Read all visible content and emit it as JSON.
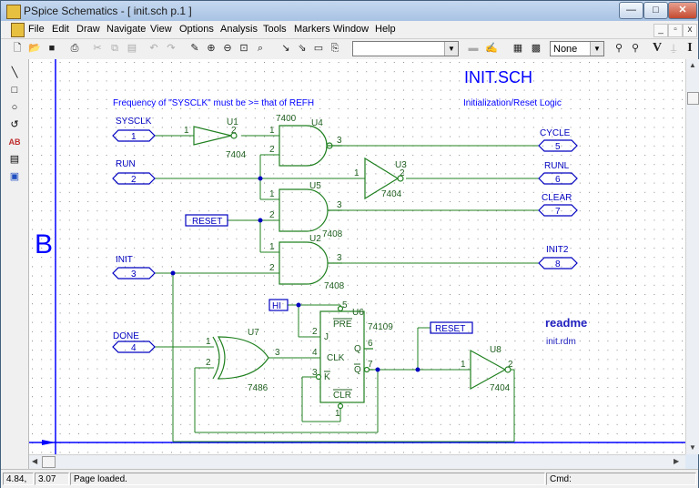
{
  "window": {
    "title": "PSpice Schematics - [ init.sch  p.1  ]",
    "minimize": "—",
    "maximize": "□",
    "close": "✕"
  },
  "menu": {
    "items": [
      "File",
      "Edit",
      "Draw",
      "Navigate",
      "View",
      "Options",
      "Analysis",
      "Tools",
      "Markers",
      "Window",
      "Help"
    ],
    "doc_min": "_",
    "doc_restore": "▫",
    "doc_close": "x"
  },
  "toolbar": {
    "combo_value": "",
    "view_combo": "None"
  },
  "schematic": {
    "title": "INIT.SCH",
    "note": "Frequency of \"SYSCLK\" must be >= that of REFH",
    "subtitle": "Initialization/Reset Logic",
    "border_letter": "B",
    "readme_title": "readme",
    "readme_file": "init.rdm",
    "ports_in": [
      {
        "label": "SYSCLK",
        "num": "1"
      },
      {
        "label": "RUN",
        "num": "2"
      },
      {
        "label": "INIT",
        "num": "3"
      },
      {
        "label": "DONE",
        "num": "4"
      }
    ],
    "ports_out": [
      {
        "label": "CYCLE",
        "num": "5"
      },
      {
        "label": "RUNL",
        "num": "6"
      },
      {
        "label": "CLEAR",
        "num": "7"
      },
      {
        "label": "INIT2",
        "num": "8"
      }
    ],
    "reset_label": "RESET",
    "reset2_label": "RESET",
    "hi_label": "HI",
    "parts": {
      "u1": {
        "ref": "U1",
        "type": "7404",
        "pin_in": "1",
        "pin_out": "2"
      },
      "u4": {
        "ref": "U4",
        "type": "7400",
        "pin_a": "1",
        "pin_b": "2",
        "pin_out": "3"
      },
      "u3": {
        "ref": "U3",
        "type": "7404",
        "pin_in": "1",
        "pin_out": "2"
      },
      "u5": {
        "ref": "U5",
        "type": "7408",
        "pin_a": "1",
        "pin_b": "2",
        "pin_out": "3"
      },
      "u2": {
        "ref": "U2",
        "type": "7408",
        "pin_a": "1",
        "pin_b": "2",
        "pin_out": "3"
      },
      "u6": {
        "ref": "U6",
        "type": "74109",
        "pre": "PRE",
        "j": "J",
        "clk": "CLK",
        "k": "K",
        "q": "Q",
        "qbar": "Q",
        "clr": "CLR",
        "pin_pre": "5",
        "pin_j": "2",
        "pin_clk": "4",
        "pin_k": "3",
        "pin_q": "6",
        "pin_qbar": "7",
        "pin_clr": "1"
      },
      "u7": {
        "ref": "U7",
        "type": "7486",
        "pin_a": "1",
        "pin_b": "2",
        "pin_out": "3"
      },
      "u8": {
        "ref": "U8",
        "type": "7404",
        "pin_in": "1",
        "pin_out": "2"
      }
    }
  },
  "status": {
    "x": "4.84,",
    "y": "3.07",
    "message": "Page loaded.",
    "cmd": "Cmd:"
  },
  "colors": {
    "wire": "#208020",
    "port": "#0000c0",
    "part": "#208020",
    "title": "#0000ff",
    "readme": "#2020c0"
  }
}
